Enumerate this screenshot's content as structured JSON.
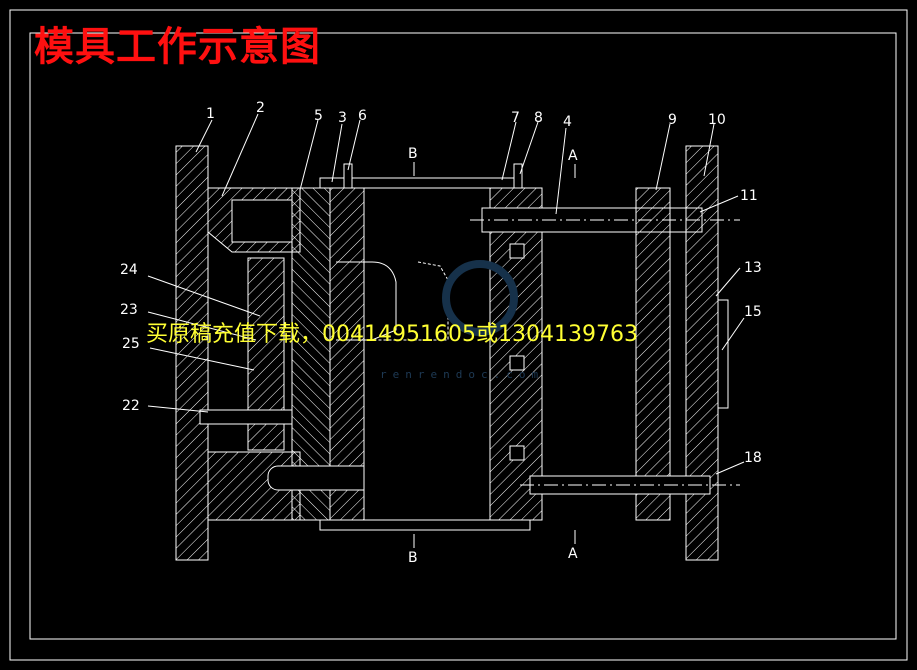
{
  "title": "模具工作示意图",
  "watermark": "买原稿充值下载，00414951605或1304139763",
  "watermark_logo": "renrendoc.com",
  "colors": {
    "background": "#000000",
    "line": "#ffffff",
    "title": "#ff1010",
    "watermark": "#ffff33",
    "hatch": "#ffffff"
  },
  "part_labels": [
    "1",
    "2",
    "5",
    "3",
    "6",
    "7",
    "8",
    "4",
    "9",
    "10",
    "11",
    "13",
    "15",
    "24",
    "23",
    "25",
    "22",
    "18"
  ],
  "section_labels": {
    "b_top": "B",
    "b_bottom": "B",
    "a_top": "A",
    "a_bottom": "A"
  }
}
